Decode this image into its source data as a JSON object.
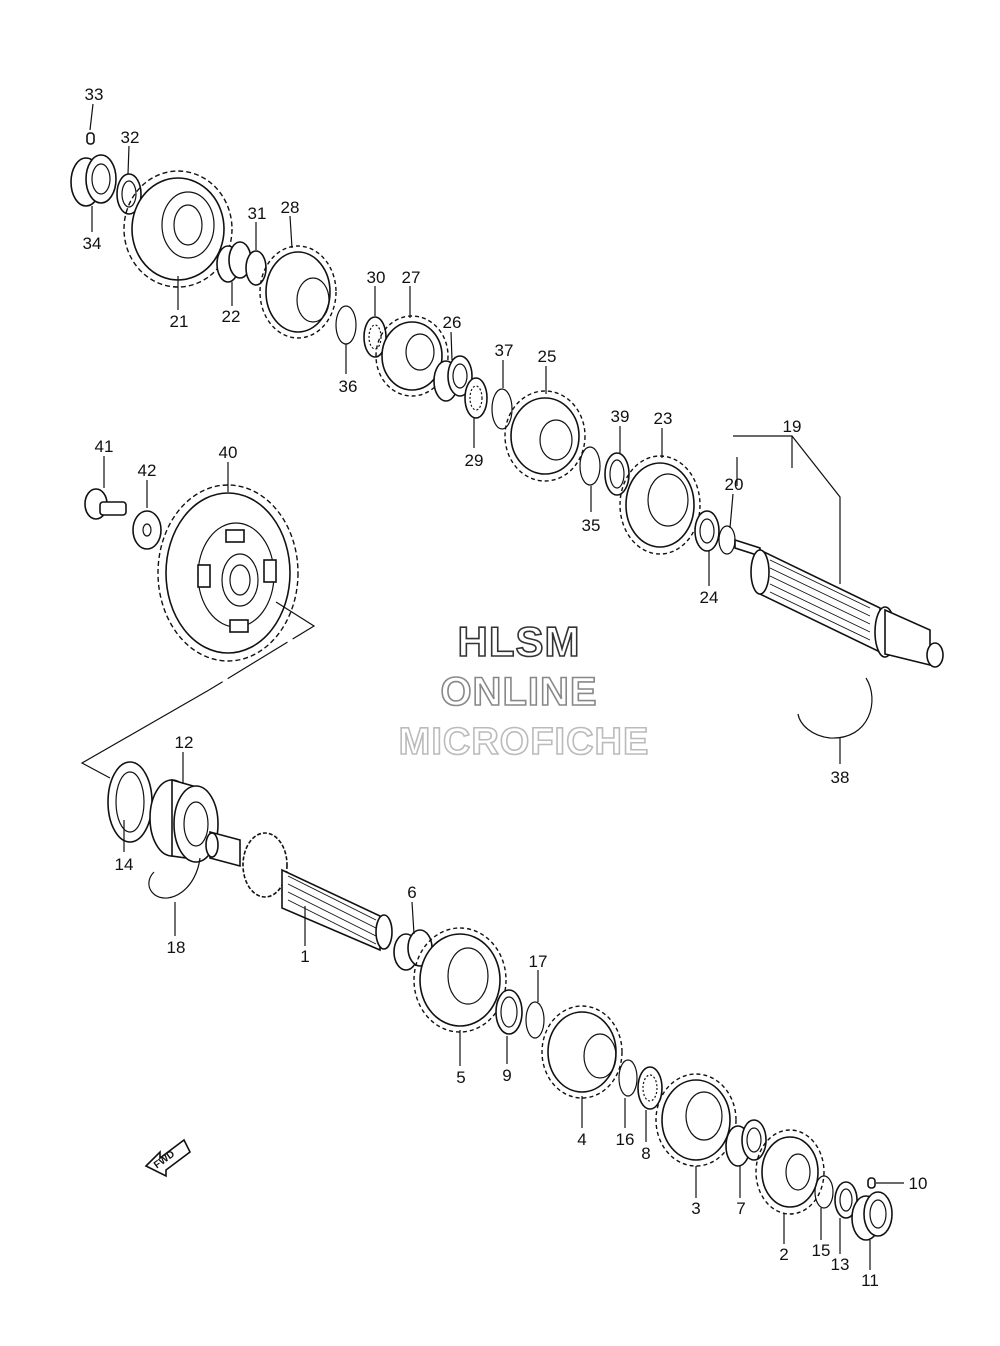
{
  "watermark": {
    "line1": "HLSM",
    "line2": "ONLINE",
    "line3": "MICROFICHE",
    "color1": "#333333",
    "color2": "#888888",
    "color3": "#bbbbbb"
  },
  "fwd_label": "FWD",
  "callouts": [
    {
      "id": "33",
      "t": "33"
    },
    {
      "id": "32",
      "t": "32"
    },
    {
      "id": "34",
      "t": "34"
    },
    {
      "id": "21",
      "t": "21"
    },
    {
      "id": "31",
      "t": "31"
    },
    {
      "id": "28",
      "t": "28"
    },
    {
      "id": "22",
      "t": "22"
    },
    {
      "id": "30",
      "t": "30"
    },
    {
      "id": "27",
      "t": "27"
    },
    {
      "id": "26",
      "t": "26"
    },
    {
      "id": "36",
      "t": "36"
    },
    {
      "id": "37",
      "t": "37"
    },
    {
      "id": "25",
      "t": "25"
    },
    {
      "id": "29",
      "t": "29"
    },
    {
      "id": "39",
      "t": "39"
    },
    {
      "id": "23",
      "t": "23"
    },
    {
      "id": "19",
      "t": "19"
    },
    {
      "id": "20",
      "t": "20"
    },
    {
      "id": "35",
      "t": "35"
    },
    {
      "id": "24",
      "t": "24"
    },
    {
      "id": "41",
      "t": "41"
    },
    {
      "id": "40",
      "t": "40"
    },
    {
      "id": "42",
      "t": "42"
    },
    {
      "id": "38",
      "t": "38"
    },
    {
      "id": "12",
      "t": "12"
    },
    {
      "id": "14",
      "t": "14"
    },
    {
      "id": "18",
      "t": "18"
    },
    {
      "id": "1",
      "t": "1"
    },
    {
      "id": "6",
      "t": "6"
    },
    {
      "id": "17",
      "t": "17"
    },
    {
      "id": "5",
      "t": "5"
    },
    {
      "id": "9",
      "t": "9"
    },
    {
      "id": "4",
      "t": "4"
    },
    {
      "id": "16",
      "t": "16"
    },
    {
      "id": "8",
      "t": "8"
    },
    {
      "id": "3",
      "t": "3"
    },
    {
      "id": "7",
      "t": "7"
    },
    {
      "id": "10",
      "t": "10"
    },
    {
      "id": "2",
      "t": "2"
    },
    {
      "id": "15",
      "t": "15"
    },
    {
      "id": "13",
      "t": "13"
    },
    {
      "id": "11",
      "t": "11"
    }
  ]
}
